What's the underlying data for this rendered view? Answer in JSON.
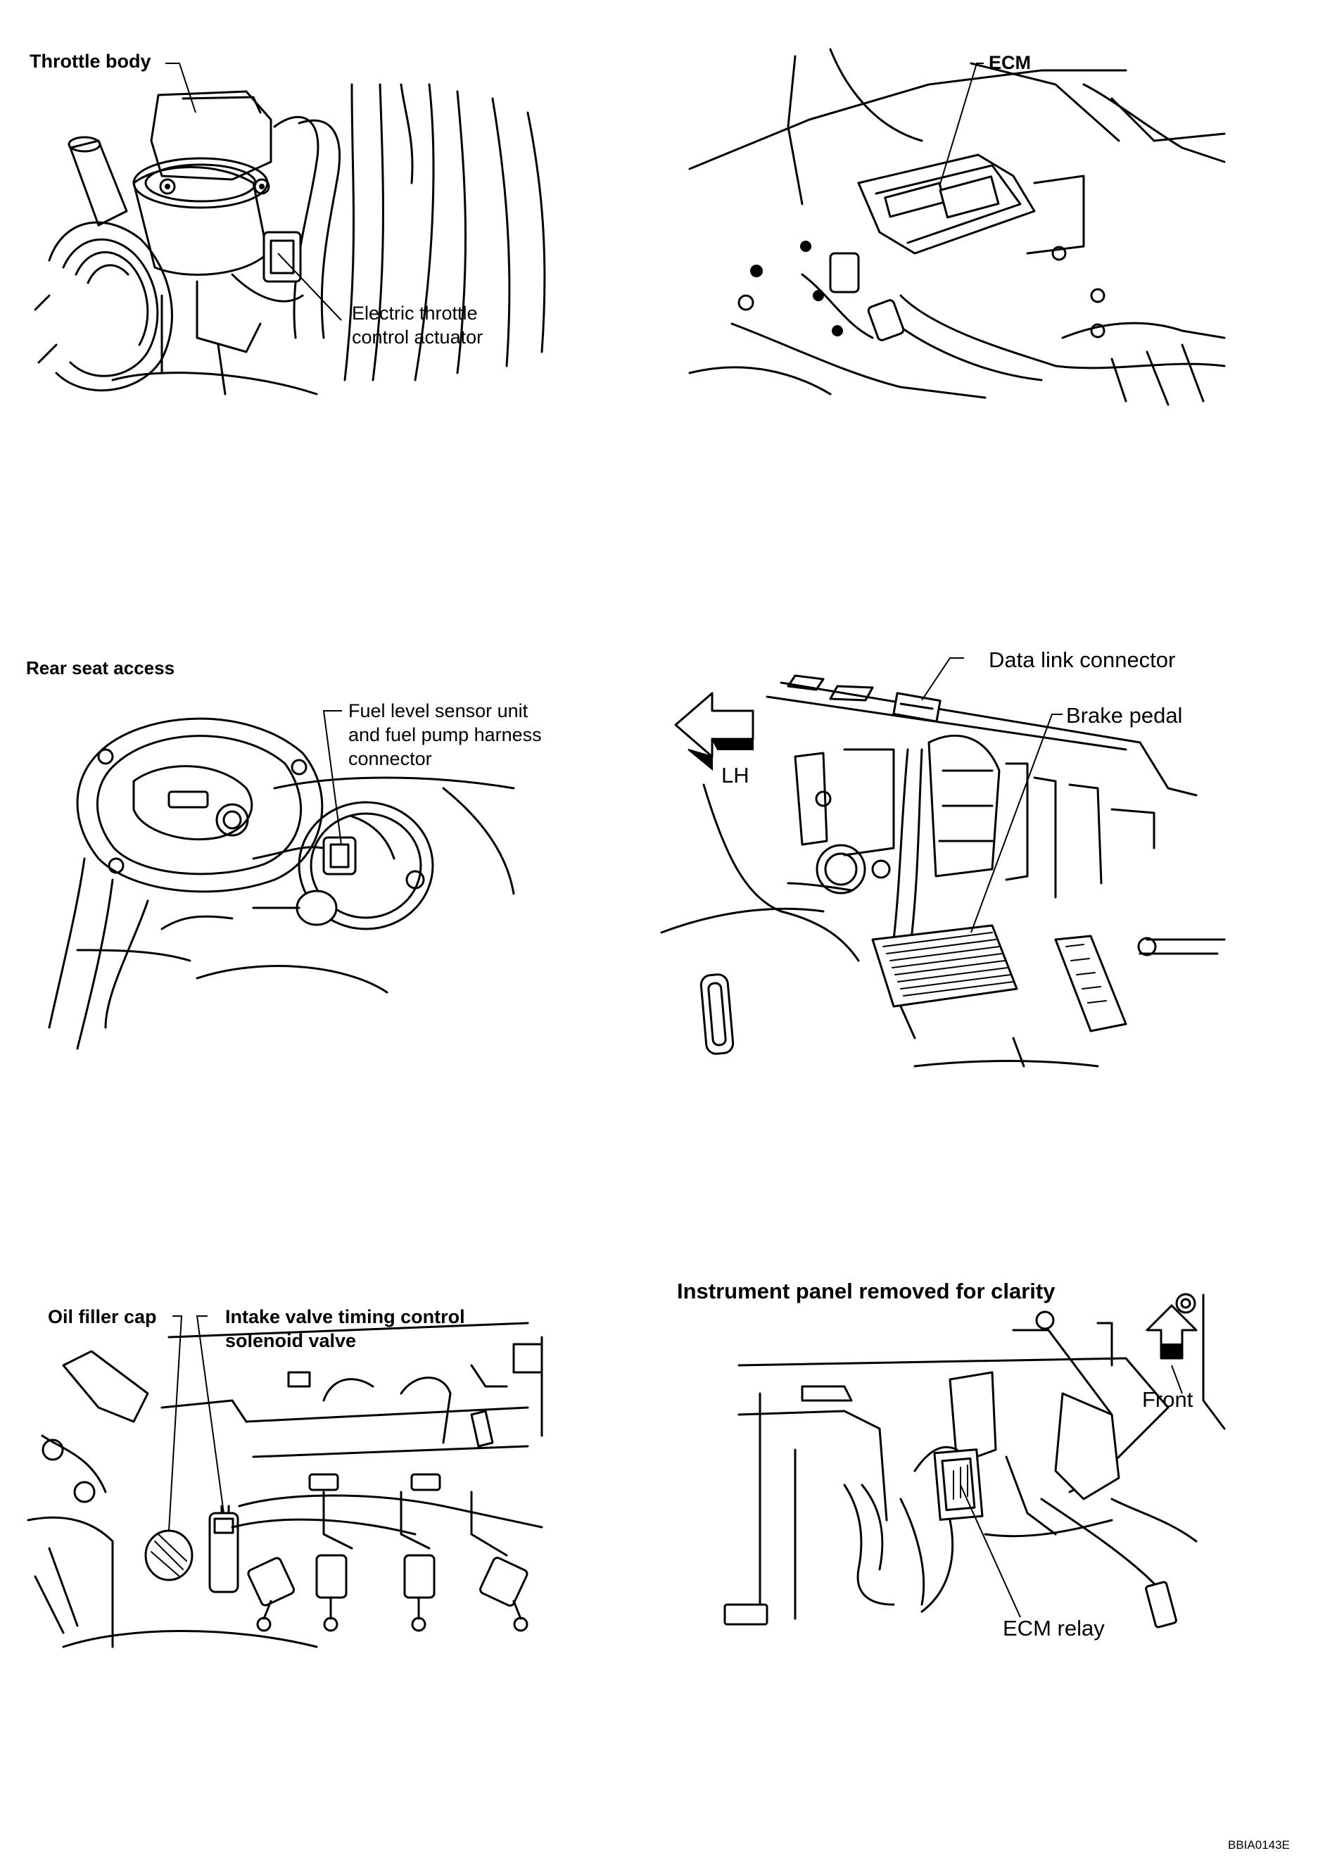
{
  "figure_code": "BBIA0143E",
  "panels": {
    "throttle": {
      "labels": [
        "Throttle body",
        "Electric throttle",
        "control actuator"
      ]
    },
    "ecm": {
      "labels": [
        "ECM"
      ]
    },
    "fuel": {
      "header": "Rear seat access",
      "labels": [
        "Fuel level sensor unit",
        "and fuel pump harness",
        "connector"
      ]
    },
    "dlc": {
      "labels": [
        "Data link connector",
        "Brake pedal",
        "LH"
      ]
    },
    "ivt": {
      "labels": [
        "Oil filler cap",
        "Intake valve timing control",
        "solenoid valve"
      ]
    },
    "relay": {
      "header": "Instrument panel removed for clarity",
      "labels": [
        "Front",
        "ECM relay"
      ]
    }
  }
}
